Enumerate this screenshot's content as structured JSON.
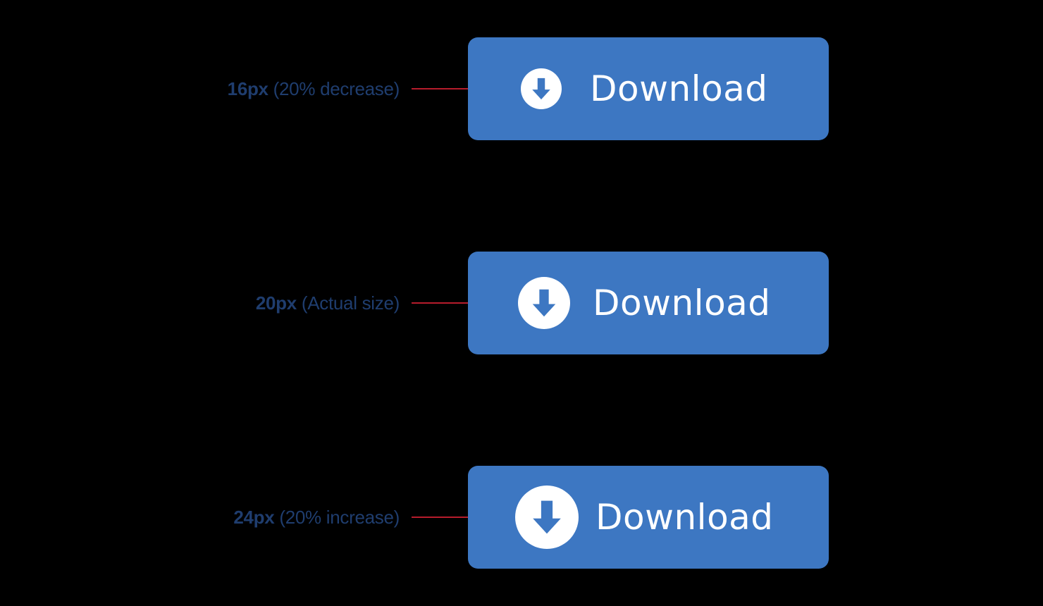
{
  "colors": {
    "background": "#000000",
    "button": "#3d77c2",
    "button_text": "#ffffff",
    "label_text": "#1f3d6e",
    "pointer_line": "#b71c2c"
  },
  "rows": [
    {
      "size_value": "16px",
      "size_note": "(20% decrease)",
      "button_label": "Download",
      "icon": "arrow-down-circle-icon"
    },
    {
      "size_value": "20px",
      "size_note": "(Actual size)",
      "button_label": "Download",
      "icon": "arrow-down-circle-icon"
    },
    {
      "size_value": "24px",
      "size_note": "(20% increase)",
      "button_label": "Download",
      "icon": "arrow-down-circle-icon"
    }
  ]
}
